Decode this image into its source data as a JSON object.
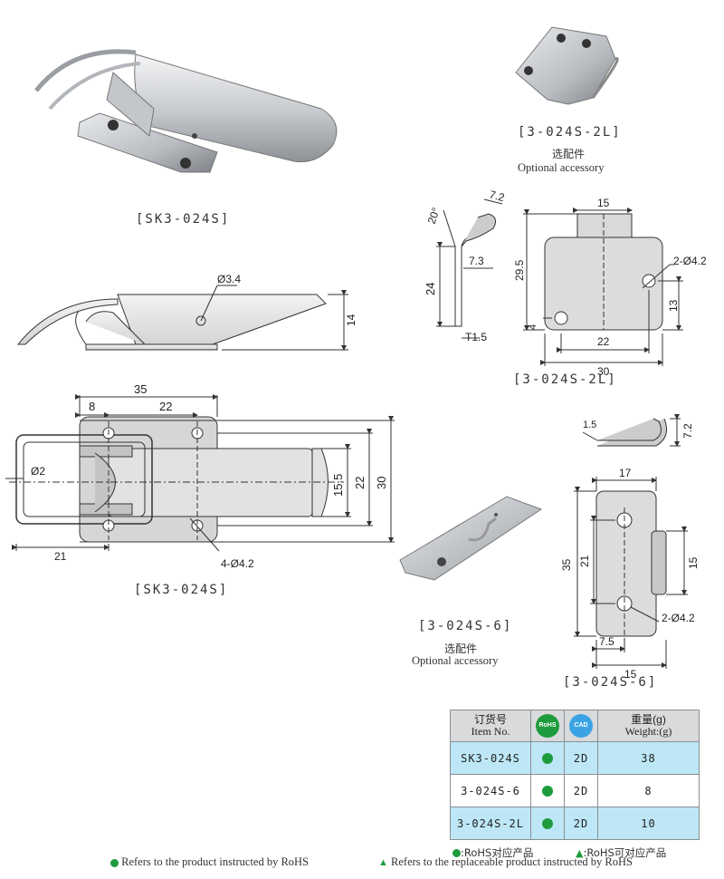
{
  "captions": {
    "main_photo": "[SK3-024S]",
    "main_drawing": "[SK3-024S]",
    "acc_2l_photo": "[3-024S-2L]",
    "acc_2l_drawing": "[3-024S-2L]",
    "acc_6_photo": "[3-024S-6]",
    "acc_6_drawing": "[3-024S-6]"
  },
  "accessory_note": {
    "zh": "选配件",
    "en": "Optional accessory"
  },
  "dims_side": {
    "hole": "Ø3.4",
    "height": "14"
  },
  "dims_top": {
    "d35": "35",
    "d8": "8",
    "d22": "22",
    "d2": "Ø2",
    "d21": "21",
    "holes": "4-Ø4.2",
    "d155": "15.5",
    "d22v": "22",
    "d30": "30"
  },
  "dims_2l_side": {
    "angle": "20°",
    "d72": "7.2",
    "d73": "7.3",
    "d24": "24",
    "t": "T1.5"
  },
  "dims_2l_front": {
    "d15": "15",
    "d295": "29.5",
    "holes": "2-Ø4.2",
    "d13": "13",
    "d4": "4",
    "d22": "22",
    "d30": "30"
  },
  "dims_6_side": {
    "d15": "1.5",
    "d72": "7.2"
  },
  "dims_6_front": {
    "d17": "17",
    "d35": "35",
    "d21": "21",
    "d15v": "15",
    "holes": "2-Ø4.2",
    "d75": "7.5",
    "d15h": "15"
  },
  "table": {
    "headers": {
      "item_zh": "订货号",
      "item_en": "Item No.",
      "rohs_badge": "RoHS",
      "cad_badge": "CAD",
      "weight_zh": "重量(g)",
      "weight_en": "Weight:(g)"
    },
    "rows": [
      {
        "item": "SK3-024S",
        "cad": "2D",
        "weight": "38"
      },
      {
        "item": "3-024S-6",
        "cad": "2D",
        "weight": "8"
      },
      {
        "item": "3-024S-2L",
        "cad": "2D",
        "weight": "10"
      }
    ]
  },
  "legend": {
    "rohs": ":RoHS对应产品",
    "rohs_possible": ":RoHS可对应产品"
  },
  "footer": {
    "rohs": "Refers to the product instructed by RoHS",
    "replaceable": "Refers to the replaceable product instructed by RoHS"
  },
  "colors": {
    "rohs_green": "#1e9b3d",
    "header_gray": "#d9dadb",
    "row_blue": "#bde7f6"
  }
}
